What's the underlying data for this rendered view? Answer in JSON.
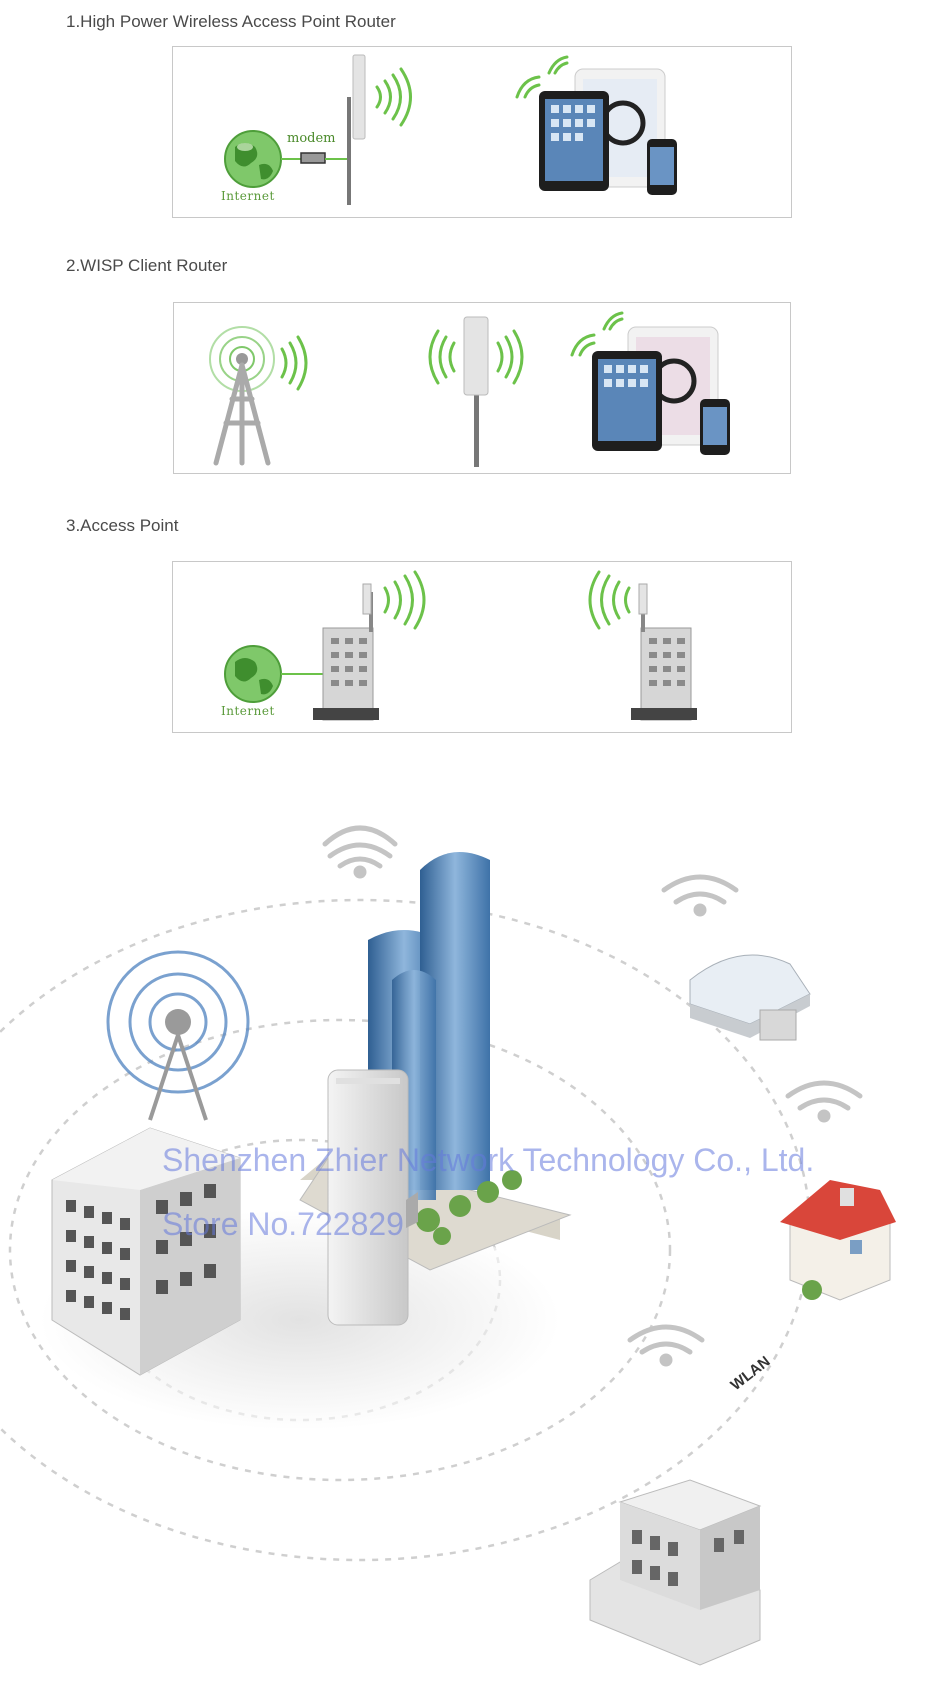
{
  "modes": [
    {
      "title": "1.High Power Wireless Access Point Router",
      "internet_label": "Internet",
      "modem_label": "modem"
    },
    {
      "title": "2.WISP Client Router"
    },
    {
      "title": "3.Access Point",
      "internet_label": "Internet"
    }
  ],
  "scene": {
    "watermark_line1": "Shenzhen Zhier Network Technology Co., Ltd.",
    "watermark_line2": "Store No.722829",
    "wlan_label": "WLAN"
  },
  "colors": {
    "signal_green": "#6cc24a",
    "panel_border": "#c8c8c8",
    "title_text": "#4a4a4a",
    "watermark": "#6478dc",
    "skyscraper_blue": "#5b8dbf"
  },
  "icons": [
    "globe-icon",
    "modem-icon",
    "antenna-icon",
    "tablet-icon",
    "phone-icon",
    "cell-tower-icon",
    "building-icon",
    "wifi-icon",
    "house-icon",
    "greenhouse-icon"
  ]
}
